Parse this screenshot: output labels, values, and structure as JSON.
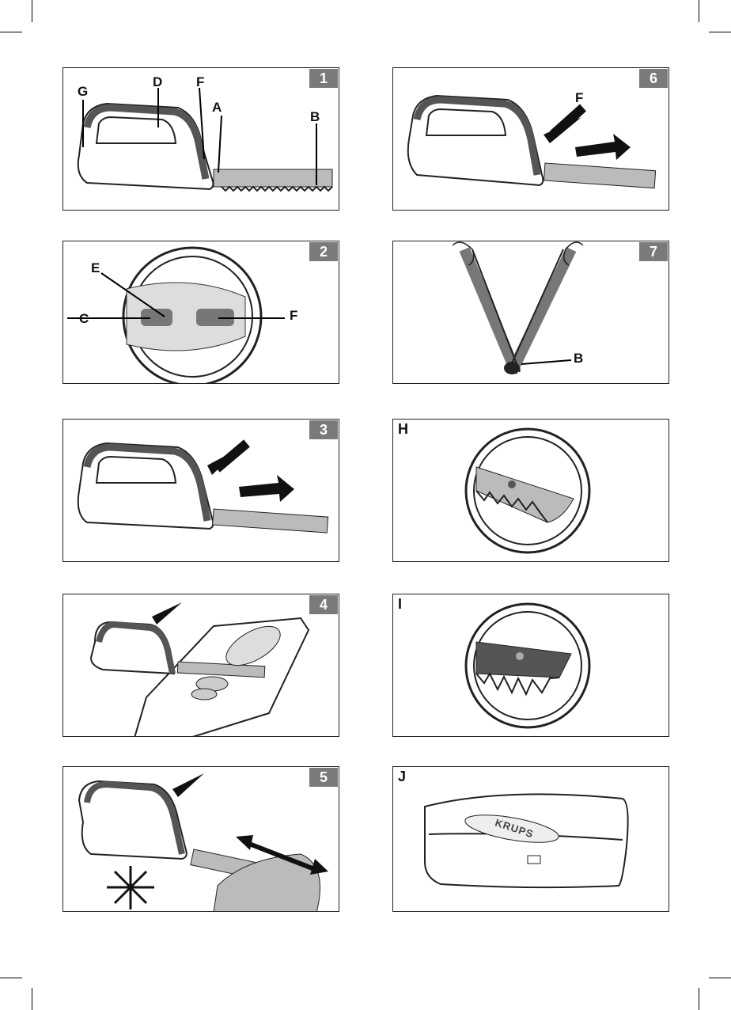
{
  "panels": {
    "p1": {
      "number": "1",
      "labels": {
        "G": "G",
        "D": "D",
        "F": "F",
        "A": "A",
        "B": "B"
      }
    },
    "p2": {
      "number": "2",
      "labels": {
        "E": "E",
        "C": "C",
        "F": "F"
      }
    },
    "p3": {
      "number": "3"
    },
    "p4": {
      "number": "4"
    },
    "p5": {
      "number": "5"
    },
    "p6": {
      "number": "6",
      "labels": {
        "F": "F"
      }
    },
    "p7": {
      "number": "7",
      "labels": {
        "B": "B"
      }
    },
    "pH": {
      "letter": "H"
    },
    "pI": {
      "letter": "I"
    },
    "pJ": {
      "letter": "J",
      "logo": "KRUPS"
    }
  },
  "colors": {
    "panel_number_bg": "#7a7a7a",
    "line": "#222222"
  }
}
